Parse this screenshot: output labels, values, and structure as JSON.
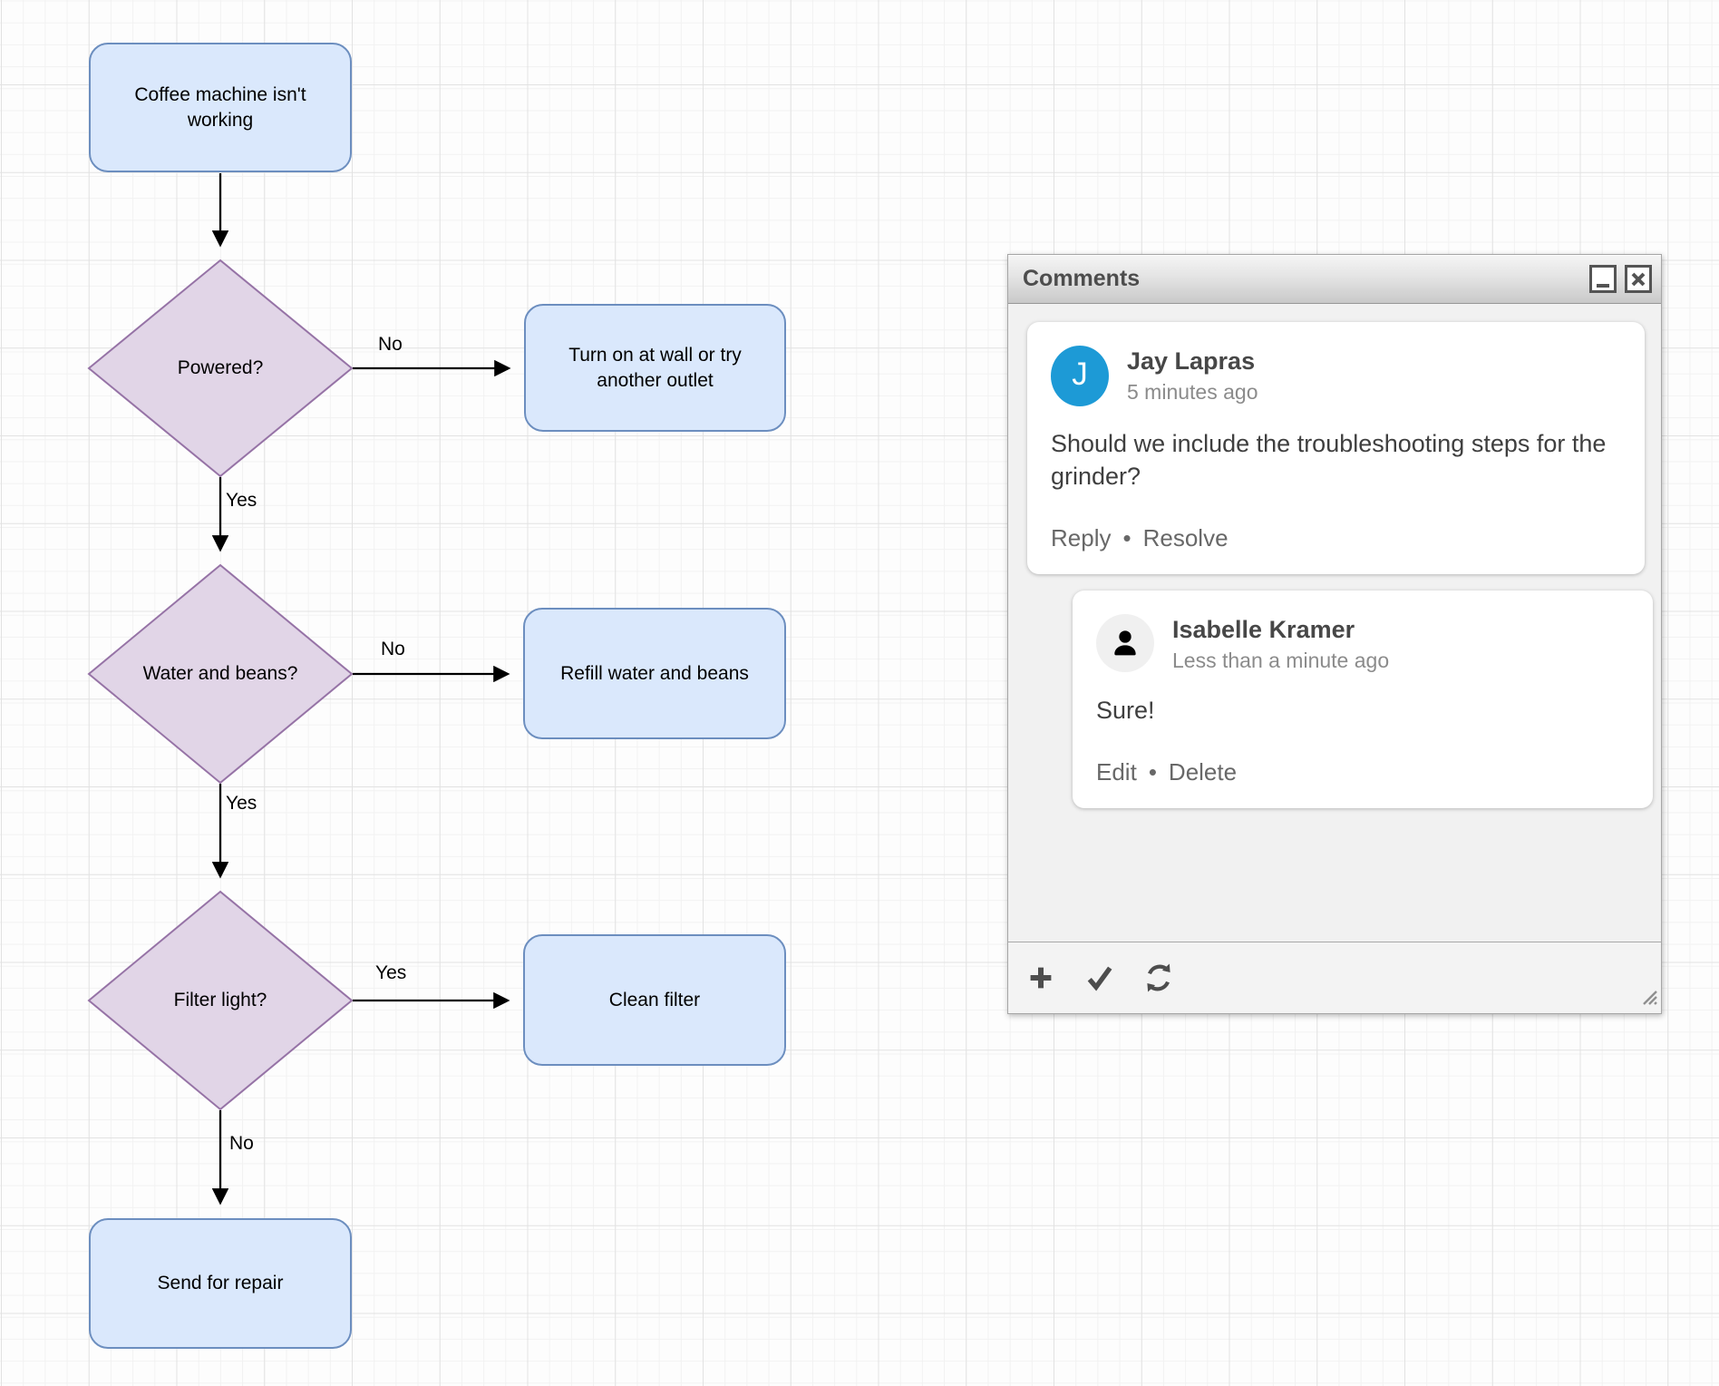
{
  "flowchart": {
    "nodes": [
      {
        "id": "start",
        "type": "process",
        "label": "Coffee machine isn't working"
      },
      {
        "id": "powered",
        "type": "decision",
        "label": "Powered?"
      },
      {
        "id": "turn_on",
        "type": "process",
        "label": "Turn on at wall or try another outlet"
      },
      {
        "id": "water_beans",
        "type": "decision",
        "label": "Water and beans?"
      },
      {
        "id": "refill",
        "type": "process",
        "label": "Refill water and beans"
      },
      {
        "id": "filter_light",
        "type": "decision",
        "label": "Filter light?"
      },
      {
        "id": "clean_filter",
        "type": "process",
        "label": "Clean filter"
      },
      {
        "id": "send_repair",
        "type": "process",
        "label": "Send for repair"
      }
    ],
    "edges": [
      {
        "from": "start",
        "to": "powered",
        "label": ""
      },
      {
        "from": "powered",
        "to": "turn_on",
        "label": "No"
      },
      {
        "from": "powered",
        "to": "water_beans",
        "label": "Yes"
      },
      {
        "from": "water_beans",
        "to": "refill",
        "label": "No"
      },
      {
        "from": "water_beans",
        "to": "filter_light",
        "label": "Yes"
      },
      {
        "from": "filter_light",
        "to": "clean_filter",
        "label": "Yes"
      },
      {
        "from": "filter_light",
        "to": "send_repair",
        "label": "No"
      }
    ],
    "colors": {
      "process_fill": "#dae8fc",
      "process_stroke": "#6c8ebf",
      "decision_fill": "#e1d5e7",
      "decision_stroke": "#9673a6",
      "edge_stroke": "#000000"
    }
  },
  "comments_panel": {
    "title": "Comments",
    "window_buttons": [
      "minimize",
      "close"
    ],
    "action_separator": "•",
    "comments": [
      {
        "author": "Jay Lapras",
        "avatar_initial": "J",
        "avatar_color": "#1d9ad6",
        "time": "5 minutes ago",
        "text": "Should we include the troubleshooting steps for the grinder?",
        "actions": [
          "Reply",
          "Resolve"
        ]
      },
      {
        "author": "Isabelle Kramer",
        "avatar_icon": "person-silhouette",
        "time": "Less than a minute ago",
        "text": "Sure!",
        "actions": [
          "Edit",
          "Delete"
        ]
      }
    ],
    "toolbar_icons": [
      "add-comment",
      "show-resolved",
      "refresh"
    ]
  }
}
